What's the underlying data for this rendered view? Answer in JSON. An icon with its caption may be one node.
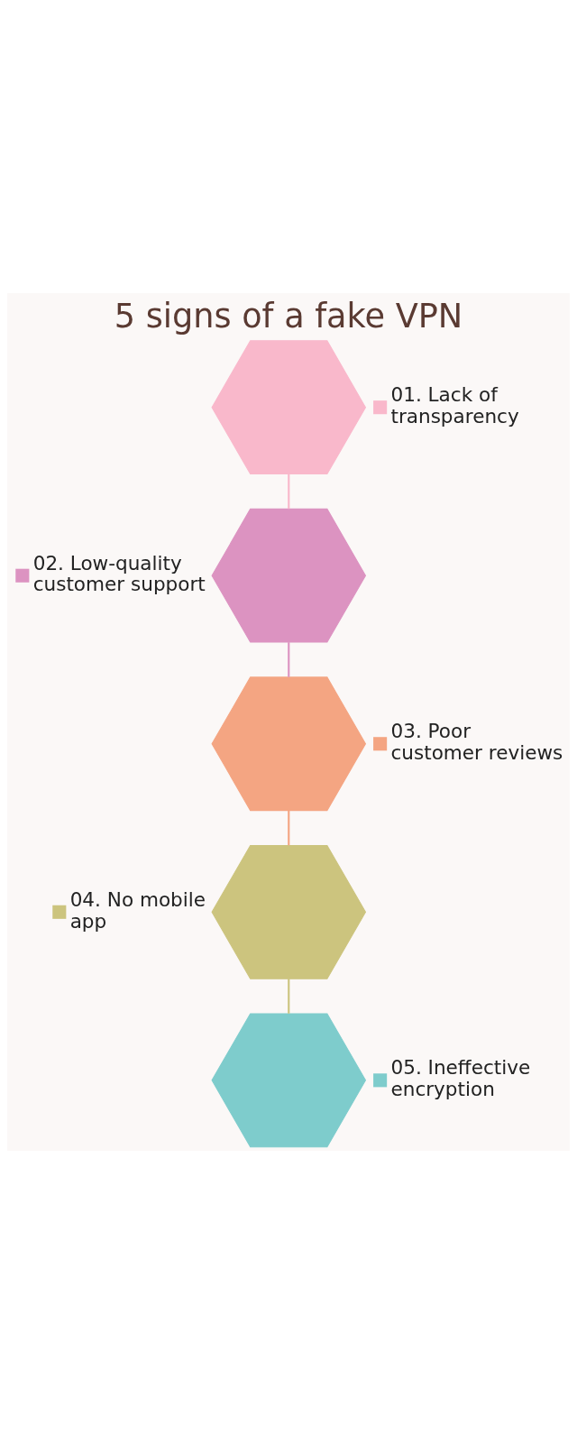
{
  "diagram": {
    "title": "5 signs of a fake VPN",
    "nodes": [
      {
        "text": [],
        "shape": "hexagon",
        "beside": [
          "01. Lack of transparency"
        ]
      },
      {
        "text": [],
        "shape": "hexagon",
        "beside": [
          "02. Low-quality customer support"
        ]
      },
      {
        "text": [],
        "shape": "hexagon",
        "beside": [
          "03. Poor customer reviews"
        ]
      },
      {
        "text": [],
        "shape": "hexagon",
        "beside": [
          "04. No mobile app"
        ]
      },
      {
        "text": [],
        "shape": "hexagon",
        "beside": [
          "05. Ineffective encryption"
        ]
      }
    ],
    "edges": [
      {
        "from": 0,
        "to": 1,
        "arrow": "none",
        "color": "#f9b8cb"
      },
      {
        "from": 1,
        "to": 2,
        "arrow": "none",
        "color": "#dc93c1"
      },
      {
        "from": 2,
        "to": 3,
        "arrow": "none",
        "color": "#f4a582"
      },
      {
        "from": 3,
        "to": 4,
        "arrow": "none",
        "color": "#ccc47e"
      }
    ]
  }
}
